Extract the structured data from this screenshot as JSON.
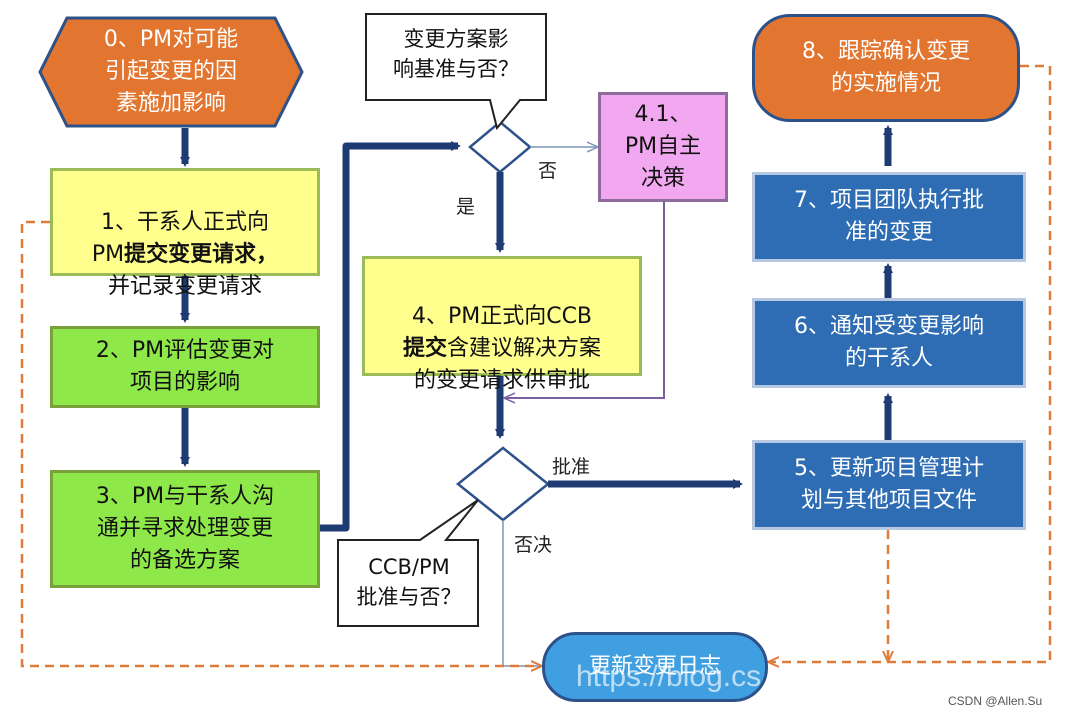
{
  "nodes": {
    "n0": "0、PM对可能\n引起变更的因\n素施加影响",
    "n1_pre": "1、干系人正式向\nPM",
    "n1_bold": "提交变更请求，",
    "n1_post": "\n并记录变更请求",
    "n2": "2、PM评估变更对\n项目的影响",
    "n3": "3、PM与干系人沟\n通并寻求处理变更\n的备选方案",
    "n4_pre": "4、PM正式向CCB\n",
    "n4_bold": "提交",
    "n4_post": "含建议解决方案\n的变更请求供审批",
    "n41": "4.1、\nPM自主\n决策",
    "n5": "5、更新项目管理计\n划与其他项目文件",
    "n6": "6、通知受变更影响\n的干系人",
    "n7": "7、项目团队执行批\n准的变更",
    "n8": "8、跟踪确认变更\n的实施情况",
    "log": "更新变更日志"
  },
  "callouts": {
    "impact": "变更方案影\n响基准与否？",
    "approve": "CCB/PM\n批准与否？"
  },
  "edge_labels": {
    "no": "否",
    "yes": "是",
    "approved": "批准",
    "rejected": "否决"
  },
  "watermarks": {
    "url": "https://blog.cs",
    "credit": "CSDN @Allen.Su"
  },
  "colors": {
    "arrow": "#1f3b73",
    "dashed": "#e07b39",
    "purple": "#7b5fa0"
  }
}
